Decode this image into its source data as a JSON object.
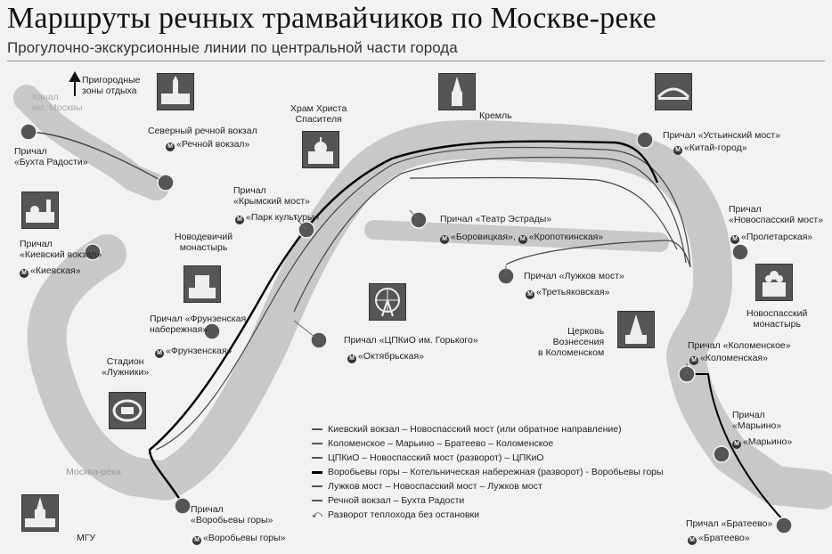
{
  "title": "Маршруты речных трамвайчиков по Москве-реке",
  "subtitle": "Прогулочно-экскурсионные линии по центральной части города",
  "metro_symbol": "М",
  "river_labels": {
    "canal": "Канал\nим. Москвы",
    "river": "Москва-река",
    "suburban": "Пригородные\nзоны отдыха"
  },
  "piers": {
    "bukhta": "Причал\n«Бухта Радости»",
    "rechnoy": "Северный речной вокзал",
    "rechnoy_metro": "«Речной вокзал»",
    "krymsky": "Причал\n«Крымский мост»",
    "krymsky_metro": "«Парк культуры»",
    "kievsky": "Причал\n«Киевский вокзал»",
    "kievsky_metro": "«Киевская»",
    "frunzenskaya": "Причал «Фрунзенская\nнабережная»",
    "frunzenskaya_metro": "«Фрунзенская»",
    "vorobyovy": "Причал\n«Воробьевы горы»",
    "vorobyovy_metro": "«Воробьевы горы»",
    "estrada": "Причал «Театр Эстрады»",
    "estrada_metro1": "«Боровицкая»,",
    "estrada_metro2": "«Кропоткинская»",
    "luzhkov": "Причал «Лужков мост»",
    "luzhkov_metro": "«Третьяковская»",
    "tskpio": "Причал «ЦПКиО им. Горького»",
    "tskpio_metro": "«Октябрьская»",
    "ustinsky": "Причал «Устьинский мост»",
    "ustinsky_metro": "«Китай-город»",
    "novospassky": "Причал\n«Новоспасский мост»",
    "novospassky_metro": "«Пролетарская»",
    "kolomenskoe": "Причал «Коломенское»",
    "kolomenskoe_metro": "«Коломенская»",
    "marino": "Причал\n«Марьино»",
    "marino_metro": "«Марьино»",
    "brateevo": "Причал «Братеево»",
    "brateevo_metro": "«Братеево»"
  },
  "landmarks": {
    "hram": "Храм Христа\nСпасителя",
    "kreml": "Кремль",
    "novodevichy": "Новодевичий\nмонастырь",
    "luzhniki": "Стадион\n«Лужники»",
    "mgu": "МГУ",
    "vozneseniya": "Церковь\nВознесения\nв Коломенском",
    "novospassky_mon": "Новоспасский\nмонастырь"
  },
  "legend": [
    "Киевский вокзал – Новоспасский мост (или обратное направление)",
    "Коломенское – Марьино – Братеево – Коломенское",
    "ЦПКиО – Новоспасский мост (разворот) – ЦПКиО",
    "Воробьевы горы – Котельническая набережная (разворот) - Воробьевы горы",
    "Лужков мост – Новоспасский мост – Лужков мост",
    "Речной вокзал – Бухта Радости",
    "Разворот теплохода без остановки"
  ],
  "colors": {
    "river": "#c8c8c8",
    "route": "#444444",
    "route_bold": "#000000",
    "pier": "#555555",
    "background": "#f2f2f2"
  }
}
